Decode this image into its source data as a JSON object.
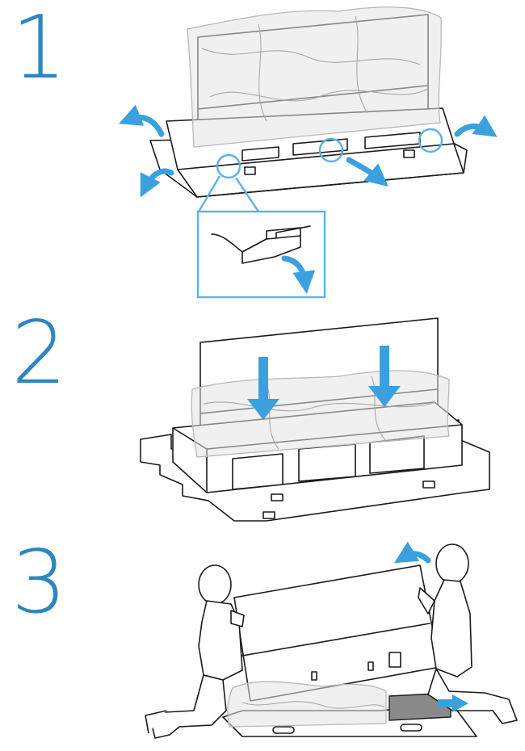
{
  "steps": [
    {
      "number": "1"
    },
    {
      "number": "2"
    },
    {
      "number": "3"
    }
  ],
  "colors": {
    "step_number": "#2e86c1",
    "arrow": "#3aa0e0",
    "highlight": "#5ab2ea",
    "line": "#1a1a1a",
    "bag": "#e4e4e4"
  }
}
